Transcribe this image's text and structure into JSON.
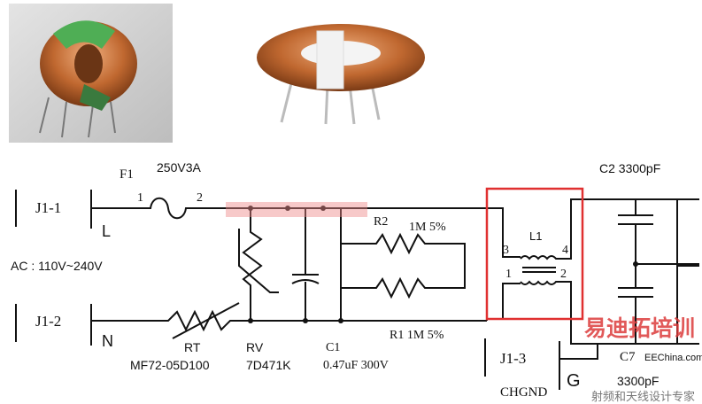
{
  "connectors": {
    "j1_1": "J1-1",
    "j1_2": "J1-2",
    "j1_3": "J1-3",
    "l": "L",
    "n": "N",
    "g": "G",
    "chgnd": "CHGND"
  },
  "input": {
    "ac": "AC : 110V~240V"
  },
  "fuse": {
    "ref": "F1",
    "value": "250V3A",
    "pin1": "1",
    "pin2": "2"
  },
  "thermistor": {
    "ref": "RT",
    "value": "MF72-05D100"
  },
  "varistor": {
    "ref": "RV",
    "value": "7D471K"
  },
  "cap1": {
    "ref": "C1",
    "value": "0.47uF 300V"
  },
  "r2": {
    "ref": "R2",
    "value": "1M 5%"
  },
  "r1": {
    "label": "R1 1M 5%"
  },
  "choke": {
    "ref": "L1",
    "p1": "1",
    "p2": "2",
    "p3": "3",
    "p4": "4",
    "highlight": "#e03030"
  },
  "cap2": {
    "label": "C2 3300pF"
  },
  "cap7": {
    "ref": "C7",
    "value": "3300pF"
  },
  "watermark": {
    "brand": "易迪拓培训",
    "slogan": "射频和天线设计专家",
    "site": "EEChina.com"
  }
}
